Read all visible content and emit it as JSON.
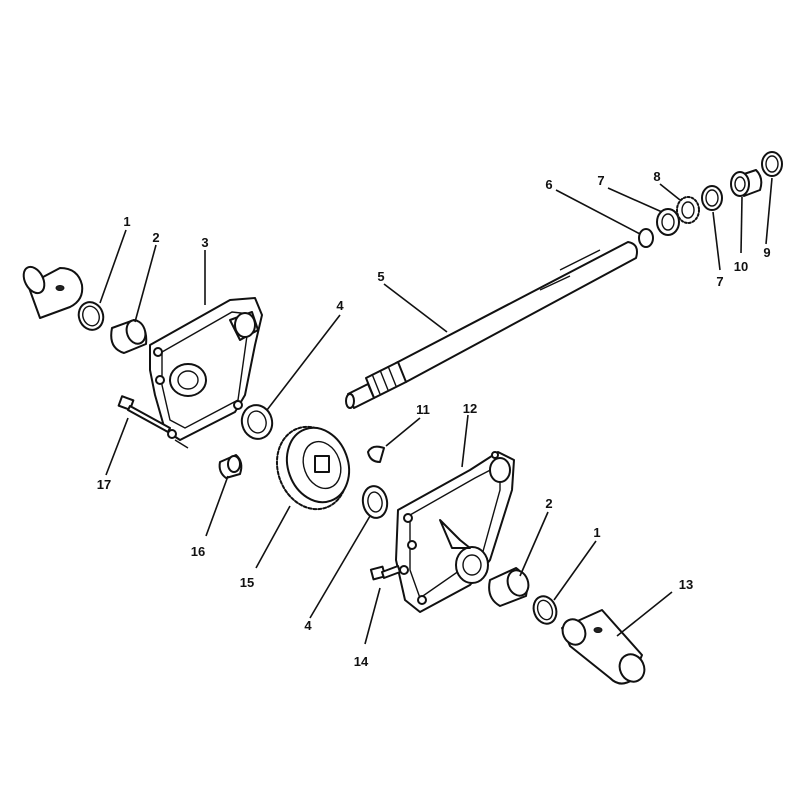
{
  "callouts": {
    "c1a": "1",
    "c2a": "2",
    "c3": "3",
    "c4a": "4",
    "c5": "5",
    "c6": "6",
    "c7a": "7",
    "c8": "8",
    "c7b": "7",
    "c10": "10",
    "c9": "9",
    "c11": "11",
    "c12": "12",
    "c4b": "4",
    "c2b": "2",
    "c1b": "1",
    "c13": "13",
    "c14": "14",
    "c15": "15",
    "c16": "16",
    "c17": "17"
  }
}
